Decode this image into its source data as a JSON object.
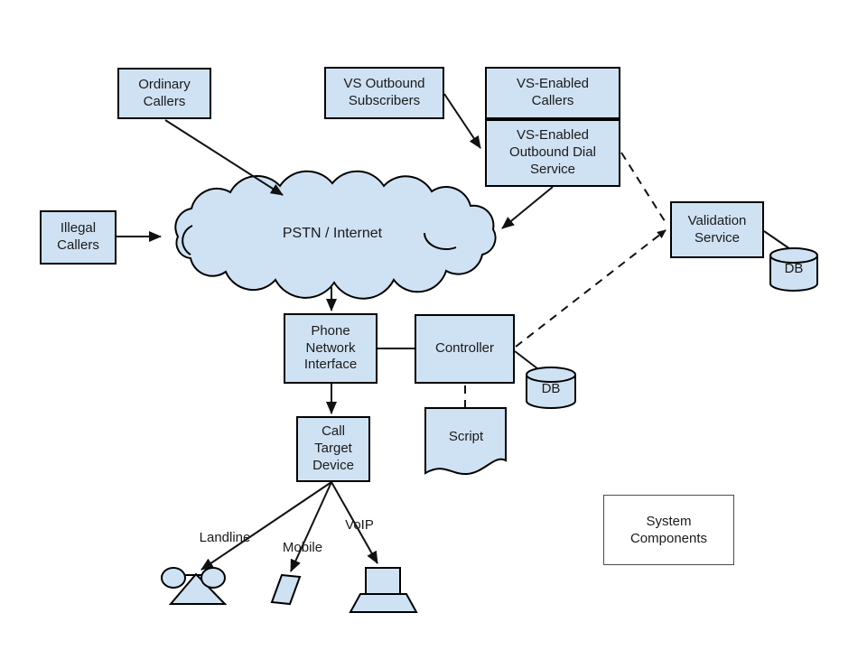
{
  "diagram": {
    "title": "Voice spam / call validation system diagram",
    "colors": {
      "node_fill": "#cfe2f3",
      "node_border": "#000000",
      "legend_border": "#4d4d4d",
      "text": "#1a1a1a",
      "background": "#ffffff"
    },
    "nodes": {
      "ordinary_callers": "Ordinary\nCallers",
      "vs_outbound_subscribers": "VS Outbound\nSubscribers",
      "vs_enabled_callers": "VS-Enabled\nCallers",
      "vs_enabled_outbound_dial_service": "VS-Enabled\nOutbound Dial\nService",
      "illegal_callers": "Illegal\nCallers",
      "pstn_internet": "PSTN / Internet",
      "validation_service": "Validation\nService",
      "validation_db": "DB",
      "phone_network_interface": "Phone\nNetwork\nInterface",
      "controller": "Controller",
      "controller_db": "DB",
      "script": "Script",
      "call_target_device": "Call\nTarget\nDevice",
      "system_components": "System\nComponents"
    },
    "labels": {
      "landline": "Landline",
      "mobile": "Mobile",
      "voip": "VoIP"
    }
  }
}
